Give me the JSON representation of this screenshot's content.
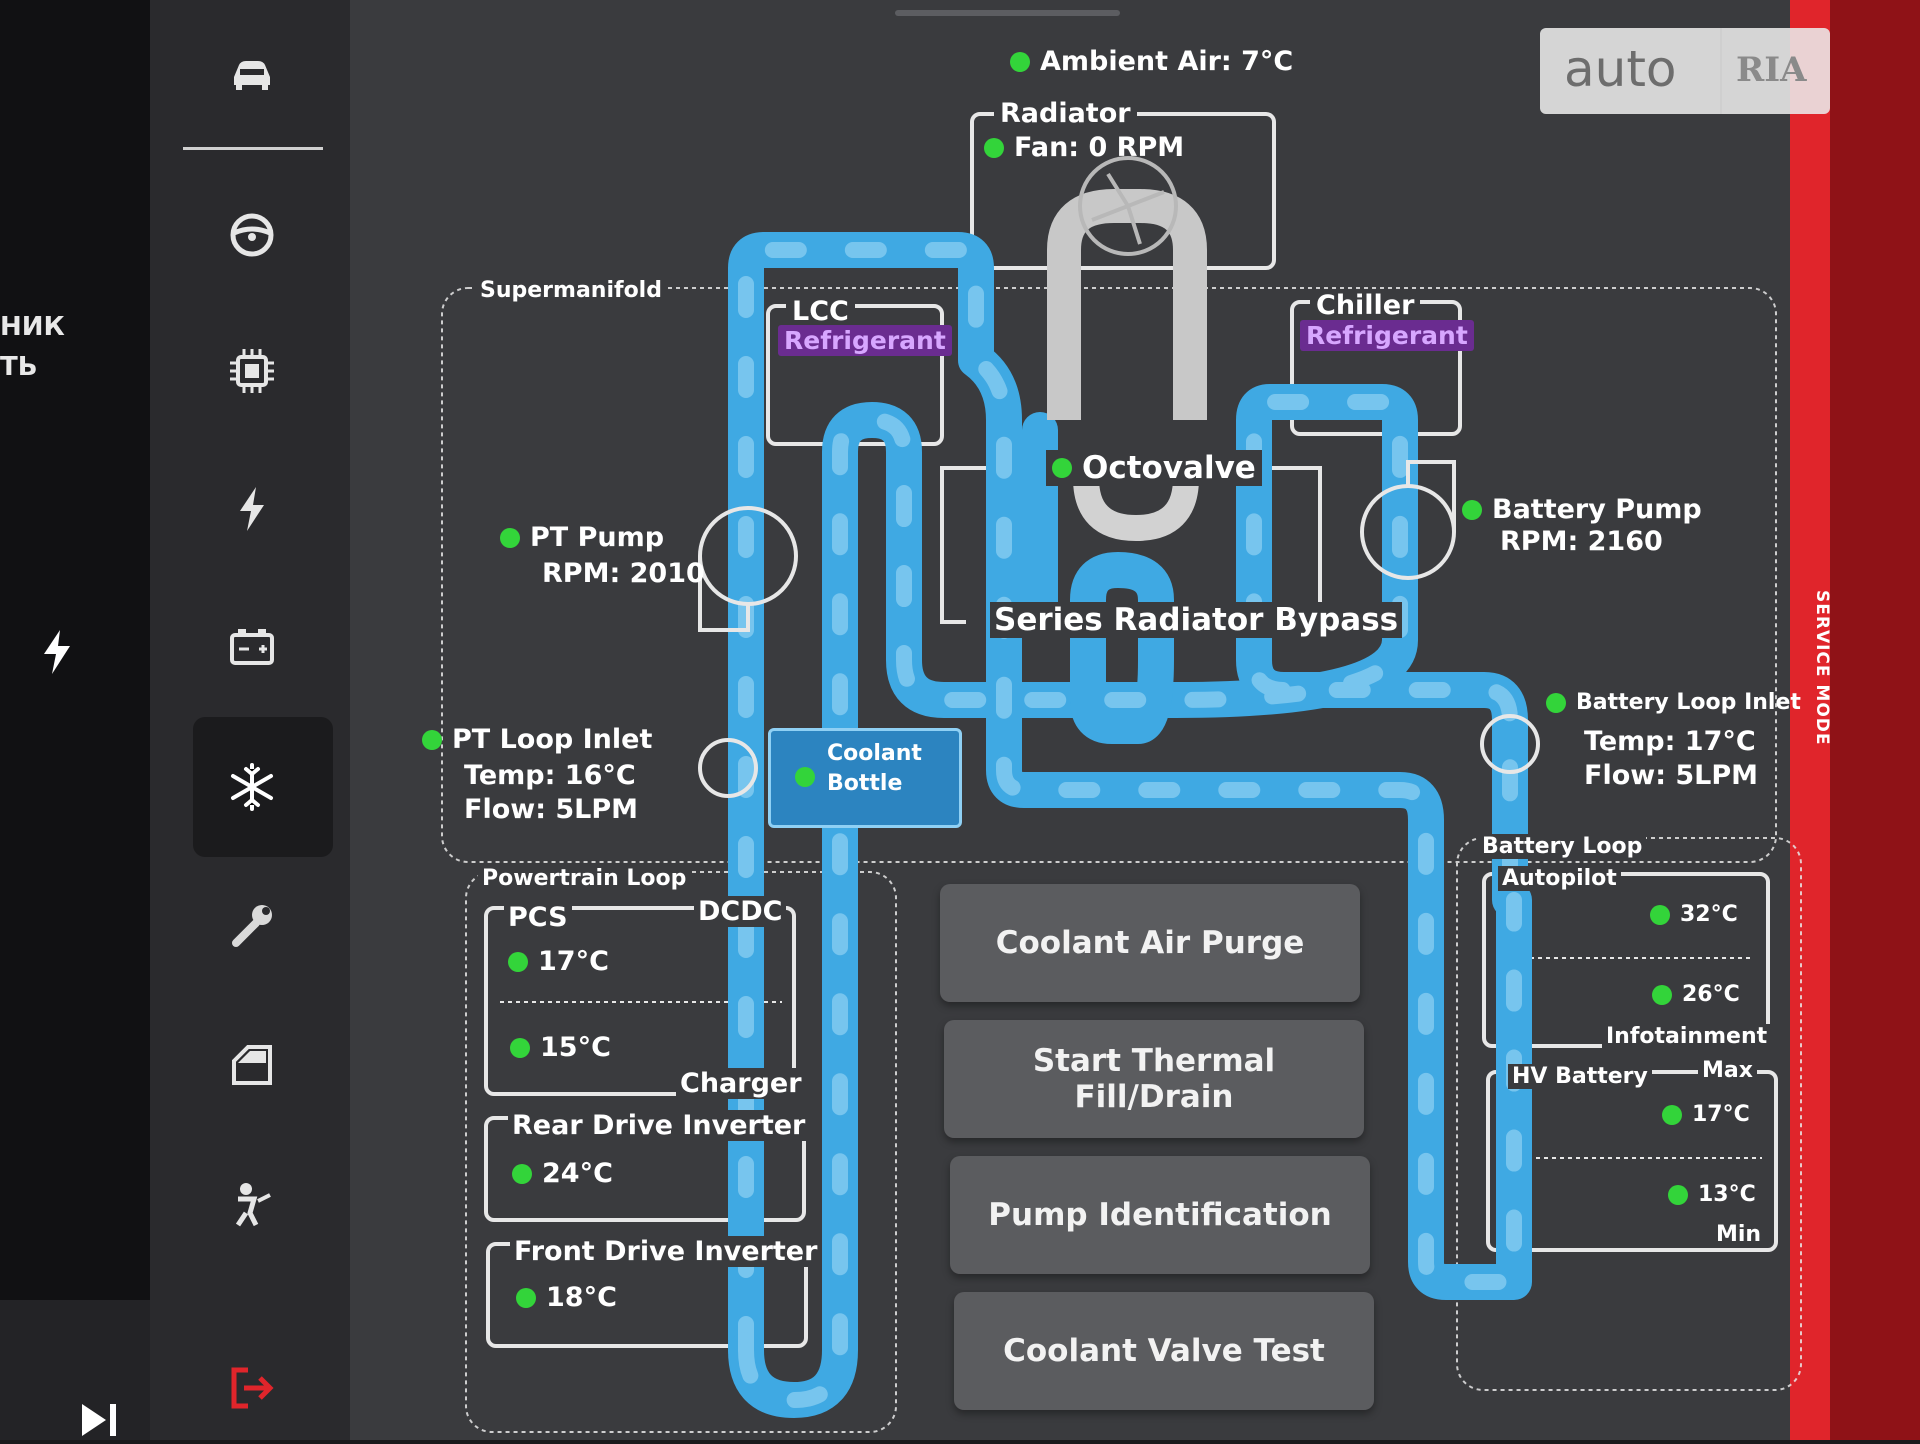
{
  "watermark": {
    "brand_left": "auto",
    "brand_right": "RIA"
  },
  "service_mode_label": "SERVICE MODE",
  "left_fragments": [
    "НИК",
    "ТЬ"
  ],
  "sidebar": {
    "items": [
      {
        "id": "car"
      },
      {
        "id": "steering"
      },
      {
        "id": "chip"
      },
      {
        "id": "bolt"
      },
      {
        "id": "battery"
      },
      {
        "id": "thermal",
        "active": true
      },
      {
        "id": "wrench"
      },
      {
        "id": "door"
      },
      {
        "id": "safety"
      },
      {
        "id": "exit"
      }
    ]
  },
  "ambient": {
    "label": "Ambient Air: 7°C",
    "status": "ok"
  },
  "radiator": {
    "title": "Radiator",
    "fan_label": "Fan: 0 RPM"
  },
  "supermanifold": {
    "title": "Supermanifold"
  },
  "lcc": {
    "title": "LCC",
    "refrigerant": "Refrigerant"
  },
  "chiller": {
    "title": "Chiller",
    "refrigerant": "Refrigerant"
  },
  "octovalve": {
    "label": "Octovalve"
  },
  "series_radiator_bypass": {
    "label": "Series Radiator Bypass"
  },
  "pt_pump": {
    "label": "PT Pump",
    "rpm": "RPM:  2010"
  },
  "battery_pump": {
    "label": "Battery Pump",
    "rpm": "RPM:  2160"
  },
  "pt_loop_inlet": {
    "label": "PT Loop Inlet",
    "temp": "Temp:  16°C",
    "flow": "Flow:  5LPM"
  },
  "battery_loop_inlet": {
    "label": "Battery Loop Inlet",
    "temp": "Temp:  17°C",
    "flow": "Flow:  5LPM"
  },
  "coolant_bottle": {
    "label_line1": "Coolant",
    "label_line2": "Bottle"
  },
  "powertrain_loop": {
    "title": "Powertrain Loop",
    "pcs": "PCS",
    "dcdc": "DCDC",
    "pcs_temp": "17°C",
    "charger_temp": "15°C",
    "charger": "Charger",
    "rear_inverter": "Rear Drive Inverter",
    "rear_temp": "24°C",
    "front_inverter": "Front Drive Inverter",
    "front_temp": "18°C"
  },
  "battery_loop": {
    "title": "Battery Loop",
    "autopilot": "Autopilot",
    "autopilot_temp": "32°C",
    "infotainment_temp": "26°C",
    "infotainment": "Infotainment",
    "hv_battery": "HV Battery",
    "max": "Max",
    "max_temp": "17°C",
    "min_temp": "13°C",
    "min": "Min"
  },
  "actions": [
    "Coolant Air Purge",
    "Start Thermal Fill/Drain",
    "Pump Identification",
    "Coolant Valve Test"
  ],
  "colors": {
    "coolant": "#3fa9e3",
    "status_ok": "#33d43a",
    "refrigerant": "#6a2c90",
    "service_border": "#e0252b"
  }
}
